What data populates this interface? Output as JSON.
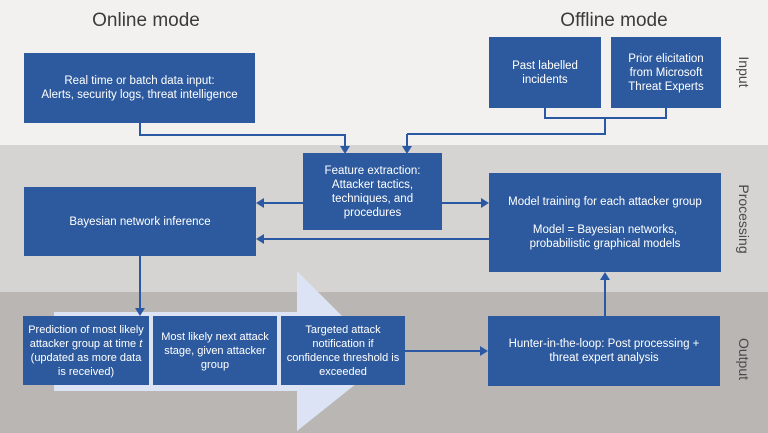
{
  "titles": {
    "online": "Online mode",
    "offline": "Offline mode"
  },
  "side_labels": {
    "input": "Input",
    "processing": "Processing",
    "output": "Output"
  },
  "boxes": {
    "realtime": {
      "lines": [
        "Real time or batch data input:",
        "Alerts, security logs, threat intelligence"
      ]
    },
    "past_incidents": {
      "lines": [
        "Past labelled",
        "incidents"
      ]
    },
    "prior_elicitation": {
      "lines": [
        "Prior elicitation",
        "from Microsoft",
        "Threat Experts"
      ]
    },
    "feature_extraction": {
      "lines": [
        "Feature extraction:",
        "Attacker tactics,",
        "techniques, and",
        "procedures"
      ]
    },
    "bayesian_inference": {
      "lines": [
        "Bayesian network inference"
      ]
    },
    "model_training": {
      "lines": [
        "Model training for each attacker group",
        "",
        "Model = Bayesian networks,",
        "probabilistic graphical models"
      ]
    },
    "prediction": {
      "pre": "Prediction of most likely attacker group at time ",
      "italic": "t",
      "post": " (updated as more data is received)"
    },
    "next_stage": {
      "lines": [
        "Most likely next attack",
        "stage, given attacker",
        "group"
      ]
    },
    "notification": {
      "lines": [
        "Targeted attack",
        "notification if",
        "confidence threshold is",
        "exceeded"
      ]
    },
    "hunter": {
      "lines": [
        "Hunter-in-the-loop: Post processing +",
        "threat expert analysis"
      ]
    }
  },
  "colors": {
    "box_blue": "#2d5a9e",
    "connector_blue": "#2b58a3",
    "pale_arrow": "#dbe3f4",
    "band_input": "#f2f1ef",
    "band_processing": "#d6d4d2",
    "band_output": "#b9b6b3",
    "title_text": "#3b3b3b",
    "box_text": "#ffffff"
  }
}
